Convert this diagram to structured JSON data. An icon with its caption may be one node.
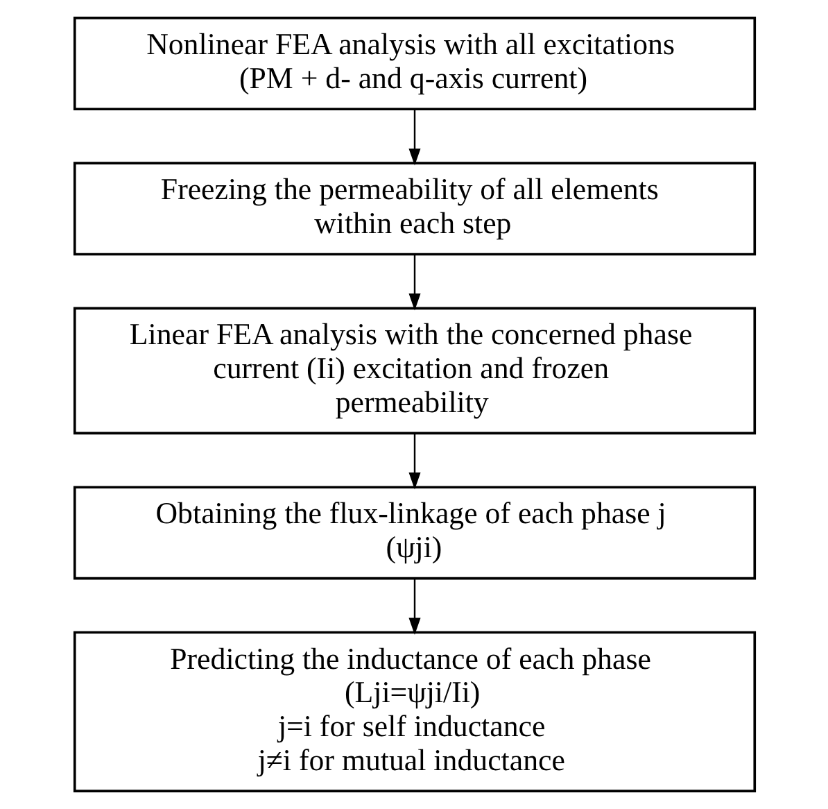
{
  "diagram": {
    "nodes": [
      {
        "text": [
          "Nonlinear FEA analysis with all excitations (PM + d- and q-axis current)"
        ]
      },
      {
        "text": [
          "Freezing the permeability of all elements within each step"
        ]
      },
      {
        "text": [
          "Linear FEA analysis with the concerned phase current (Ii) excitation and frozen permeability"
        ]
      },
      {
        "text": [
          "Obtaining the flux-linkage of each phase j (ψji)"
        ]
      },
      {
        "text": [
          "Predicting the inductance of each phase (Lji=ψji/Ii)",
          "j=i for self inductance",
          "j≠i for mutual inductance"
        ]
      }
    ],
    "edges": [
      {
        "from": 0,
        "to": 1,
        "arrow": "to"
      },
      {
        "from": 1,
        "to": 2,
        "arrow": "to"
      },
      {
        "from": 2,
        "to": 3,
        "arrow": "to"
      },
      {
        "from": 3,
        "to": 4,
        "arrow": "to"
      }
    ]
  }
}
